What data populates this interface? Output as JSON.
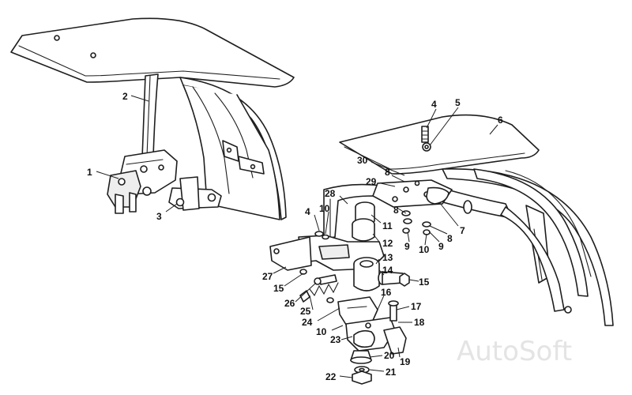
{
  "diagram": {
    "watermark": "AutoSoft",
    "callouts": [
      {
        "id": "c1",
        "label": "1"
      },
      {
        "id": "c2",
        "label": "2"
      },
      {
        "id": "c3",
        "label": "3"
      },
      {
        "id": "c4a",
        "label": "4"
      },
      {
        "id": "c5",
        "label": "5"
      },
      {
        "id": "c6",
        "label": "6"
      },
      {
        "id": "c30",
        "label": "30"
      },
      {
        "id": "c8a",
        "label": "8"
      },
      {
        "id": "c29",
        "label": "29"
      },
      {
        "id": "c28",
        "label": "28"
      },
      {
        "id": "c4b",
        "label": "4"
      },
      {
        "id": "c10a",
        "label": "10"
      },
      {
        "id": "c11",
        "label": "11"
      },
      {
        "id": "c8b",
        "label": "8"
      },
      {
        "id": "c7",
        "label": "7"
      },
      {
        "id": "c8c",
        "label": "8"
      },
      {
        "id": "c9a",
        "label": "9"
      },
      {
        "id": "c10b",
        "label": "10"
      },
      {
        "id": "c9b",
        "label": "9"
      },
      {
        "id": "c12",
        "label": "12"
      },
      {
        "id": "c13",
        "label": "13"
      },
      {
        "id": "c27",
        "label": "27"
      },
      {
        "id": "c14",
        "label": "14"
      },
      {
        "id": "c15a",
        "label": "15"
      },
      {
        "id": "c15b",
        "label": "15"
      },
      {
        "id": "c26",
        "label": "26"
      },
      {
        "id": "c25",
        "label": "25"
      },
      {
        "id": "c16",
        "label": "16"
      },
      {
        "id": "c17",
        "label": "17"
      },
      {
        "id": "c24",
        "label": "24"
      },
      {
        "id": "c18",
        "label": "18"
      },
      {
        "id": "c10c",
        "label": "10"
      },
      {
        "id": "c23",
        "label": "23"
      },
      {
        "id": "c19",
        "label": "19"
      },
      {
        "id": "c20",
        "label": "20"
      },
      {
        "id": "c21",
        "label": "21"
      },
      {
        "id": "c22",
        "label": "22"
      }
    ]
  }
}
